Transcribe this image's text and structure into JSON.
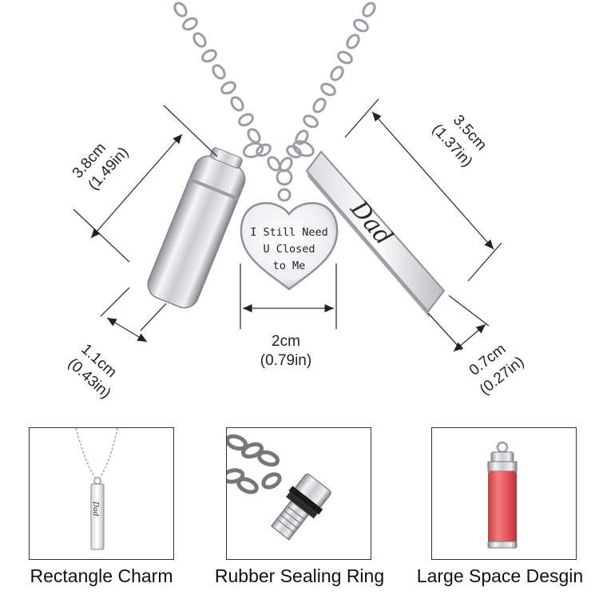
{
  "charm_rect": {
    "length": "3.5cm",
    "length_in": "(1.37in)",
    "width": "0.7cm",
    "width_in": "(0.27in)",
    "engraving": "Dad"
  },
  "charm_cylinder": {
    "length": "3.8cm",
    "length_in": "(1.49in)",
    "diameter": "1.1cm",
    "diameter_in": "(0.43in)"
  },
  "charm_heart": {
    "width": "2cm",
    "width_in": "(0.79in)",
    "engraving": [
      "I Still Need",
      "U Closed",
      "to Me"
    ]
  },
  "features": [
    {
      "caption": "Rectangle Charm",
      "engraving": "Dad"
    },
    {
      "caption": "Rubber Sealing Ring"
    },
    {
      "caption": "Large Space Desgin"
    }
  ],
  "colors": {
    "metal": "#c9ccd0",
    "metal_dark": "#8d9196",
    "cylinder_red": "#e8585c",
    "rubber": "#1a1a1a"
  }
}
